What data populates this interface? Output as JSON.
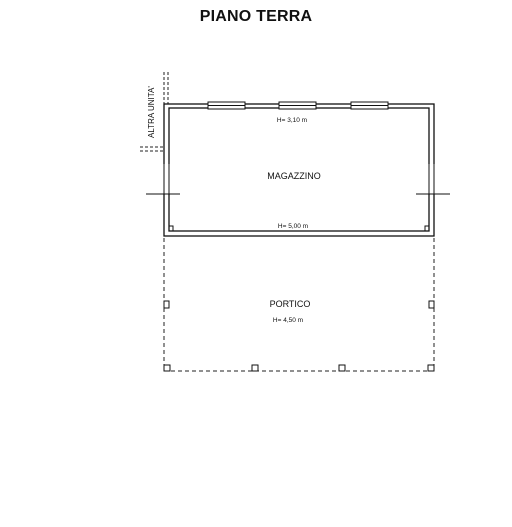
{
  "drawing": {
    "title": "PIANO TERRA",
    "neighbor_label": "ALTRA UNITA'",
    "rooms": {
      "magazzino": {
        "name": "MAGAZZINO",
        "height_top": "H= 3,10 m",
        "height_bottom": "H= 5,00 m"
      },
      "portico": {
        "name": "PORTICO",
        "height": "H= 4,50 m"
      }
    }
  }
}
